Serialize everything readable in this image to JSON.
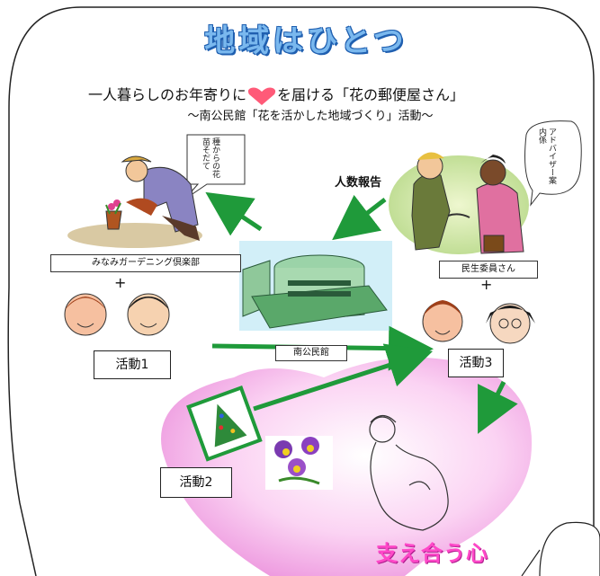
{
  "title": "地域はひとつ",
  "subtitle": {
    "before": "一人暮らしのお年寄りに",
    "after": "を届ける「花の郵便屋さん」",
    "heart_icon": "heart-icon"
  },
  "caption": "～南公民館「花を活かした地域づくり」活動～",
  "bubbles": {
    "gardener": "種からの花苗そだて",
    "advisor": "アドバイザー案内係"
  },
  "report_label": "人数報告",
  "groups": {
    "garden_club": "みなみガーデニング倶楽部",
    "welfare": "民生委員さん",
    "hall": "南公民館"
  },
  "plus": "+",
  "activities": {
    "a1": "活動1",
    "a2": "活動2",
    "a3": "活動3"
  },
  "footer": "支え合う心",
  "colors": {
    "title_fill": "#7ab8ee",
    "title_outline": "#1f5fb0",
    "heart_red": "#ff5a78",
    "arrow_green": "#1f9a3a",
    "pink_heart": "#f7c4f0",
    "footer_pink": "#ff48c8"
  }
}
